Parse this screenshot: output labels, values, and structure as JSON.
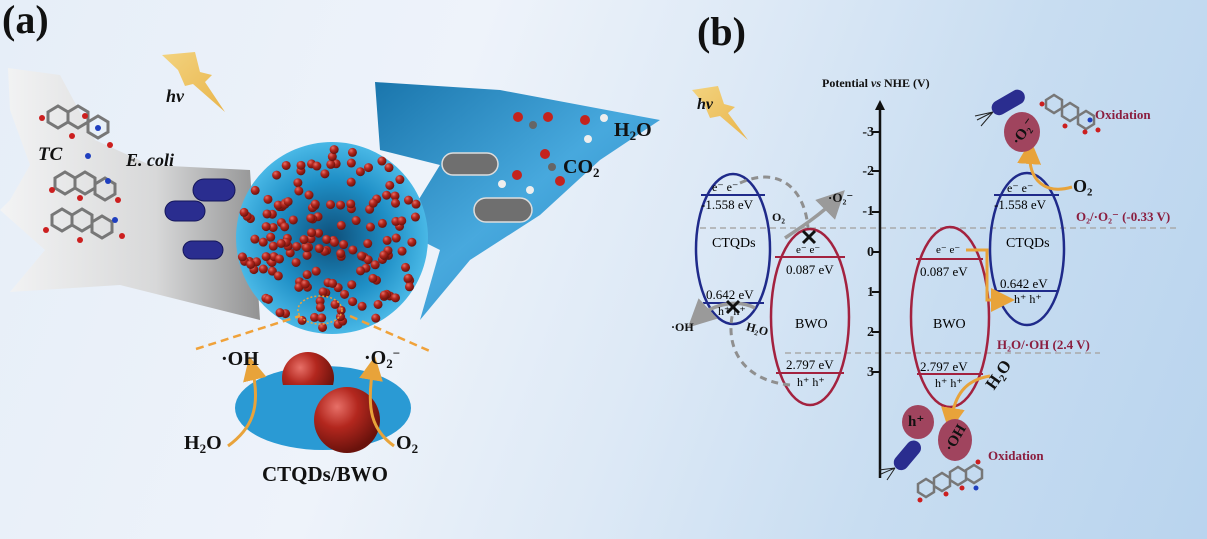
{
  "panel_a": {
    "label": "(a)",
    "hv_label": "hv",
    "tc_label": "TC",
    "ecoli_label": "E. coli",
    "water_label_main": "H",
    "water_label_sub": "2",
    "water_label_end": "O",
    "co2_main": "CO",
    "co2_sub": "2",
    "oh_label": "·OH",
    "superoxide_main": "·O",
    "superoxide_sub": "2",
    "superoxide_sup": "−",
    "h2o_main": "H",
    "h2o_sub": "2",
    "h2o_end": "O",
    "o2_main": "O",
    "o2_sub": "2",
    "catalyst_label": "CTQDs/BWO"
  },
  "panel_b": {
    "label": "(b)",
    "hv_label": "hv",
    "axis_title_pre": "Potential ",
    "axis_title_vs": "vs",
    "axis_title_post": " NHE (V)",
    "axis_ticks": [
      "-3",
      "-2",
      "-1",
      "0",
      "1",
      "2",
      "3"
    ],
    "left_scheme": {
      "ctqds": {
        "name": "CTQDs",
        "cb": "-1.558 eV",
        "vb": "0.642 eV",
        "electrons": "e⁻ e⁻",
        "holes": "h⁺ h⁺"
      },
      "bwo": {
        "name": "BWO",
        "cb": "0.087 eV",
        "vb": "2.797 eV",
        "electrons": "e⁻ e⁻",
        "holes": "h⁺ h⁺"
      },
      "o2_label": "O₂",
      "superoxide_label": "·O₂⁻",
      "oh_label": "·OH",
      "h2o_label": "H₂O"
    },
    "right_scheme": {
      "ctqds": {
        "name": "CTQDs",
        "cb": "-1.558 eV",
        "vb": "0.642 eV",
        "electrons": "e⁻ e⁻",
        "holes": "h⁺ h⁺"
      },
      "bwo": {
        "name": "BWO",
        "cb": "0.087 eV",
        "vb": "2.797 eV",
        "electrons": "e⁻ e⁻",
        "holes": "h⁺ h⁺"
      },
      "o2_label": "O₂",
      "h2o_label": "H₂O",
      "superoxide_bubble": "·O₂⁻",
      "hole_bubble": "h⁺",
      "oh_bubble": "·OH",
      "oxidation_top": "Oxidation",
      "oxidation_bottom": "Oxidation"
    },
    "ref_lines": {
      "o2_label": "O₂/·O₂⁻ (-0.33 V)",
      "h2o_label": "H₂O/·OH (2.4 V)"
    }
  },
  "colors": {
    "ctqds_blue": "#1f2a8a",
    "bwo_red": "#a3223f",
    "arrow_orange": "#e8a33a",
    "label_maroon": "#8b1e3f",
    "bubble": "#a0445e",
    "sphere_red": "#b3271e",
    "flower_blue": "#2fa3d8"
  }
}
